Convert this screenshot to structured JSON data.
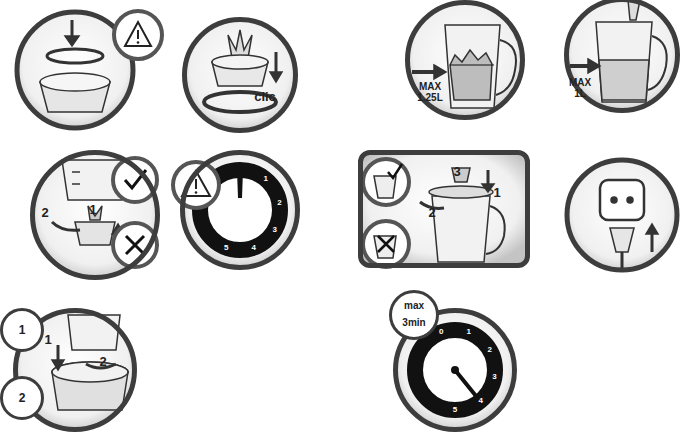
{
  "diagram": {
    "nodes": [
      {
        "text": [
          "clic"
        ]
      },
      {
        "text": [
          "MAX 1.25L"
        ]
      },
      {
        "text": [
          "MAX 1L"
        ]
      },
      {
        "text": [
          "2",
          "1"
        ]
      },
      {
        "text": [
          "1",
          "2",
          "3",
          "4",
          "5"
        ]
      },
      {
        "text": [
          "3",
          "1",
          "2"
        ]
      },
      {
        "text": [
          "1",
          "2"
        ]
      },
      {
        "text": [
          "1"
        ],
        "in": 6
      },
      {
        "text": [
          "2"
        ],
        "in": 6
      },
      {
        "text": [
          "0",
          "1",
          "2",
          "3",
          "4",
          "5"
        ]
      },
      {
        "text": [
          "max",
          "3min"
        ],
        "in": 9
      }
    ]
  }
}
